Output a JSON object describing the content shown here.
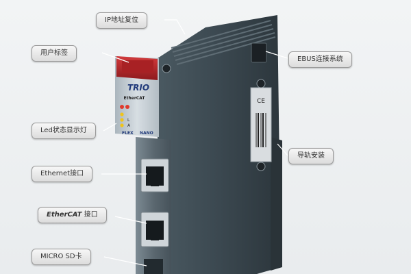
{
  "callouts": {
    "ip_reset": "IP地址复位",
    "user_label": "用户标签",
    "led_display": "Led状态显示灯",
    "ethernet_port": "Ethernet接口",
    "ethercat_port_brand": "EtherCAT",
    "ethercat_port_suffix": "接口",
    "micro_sd": "MICRO SD卡",
    "ebus": "EBUS连接系统",
    "rail_mount": "导轨安装"
  },
  "device": {
    "logo_trio": "TRIO",
    "logo_ethercat": "EtherCAT",
    "logo_flex": "FLEX",
    "logo_nano": "NANO",
    "led_letters": [
      "L",
      "A"
    ]
  },
  "colors": {
    "body": "#3d4a52",
    "faceplate": "#c3ccd3",
    "label_red": "#b8262a",
    "trio_blue": "#213a7a",
    "led_yellow": "#f0c419",
    "led_red": "#e03a2c",
    "callout_bg": "#e2e2e2",
    "leader": "#ffffff"
  }
}
